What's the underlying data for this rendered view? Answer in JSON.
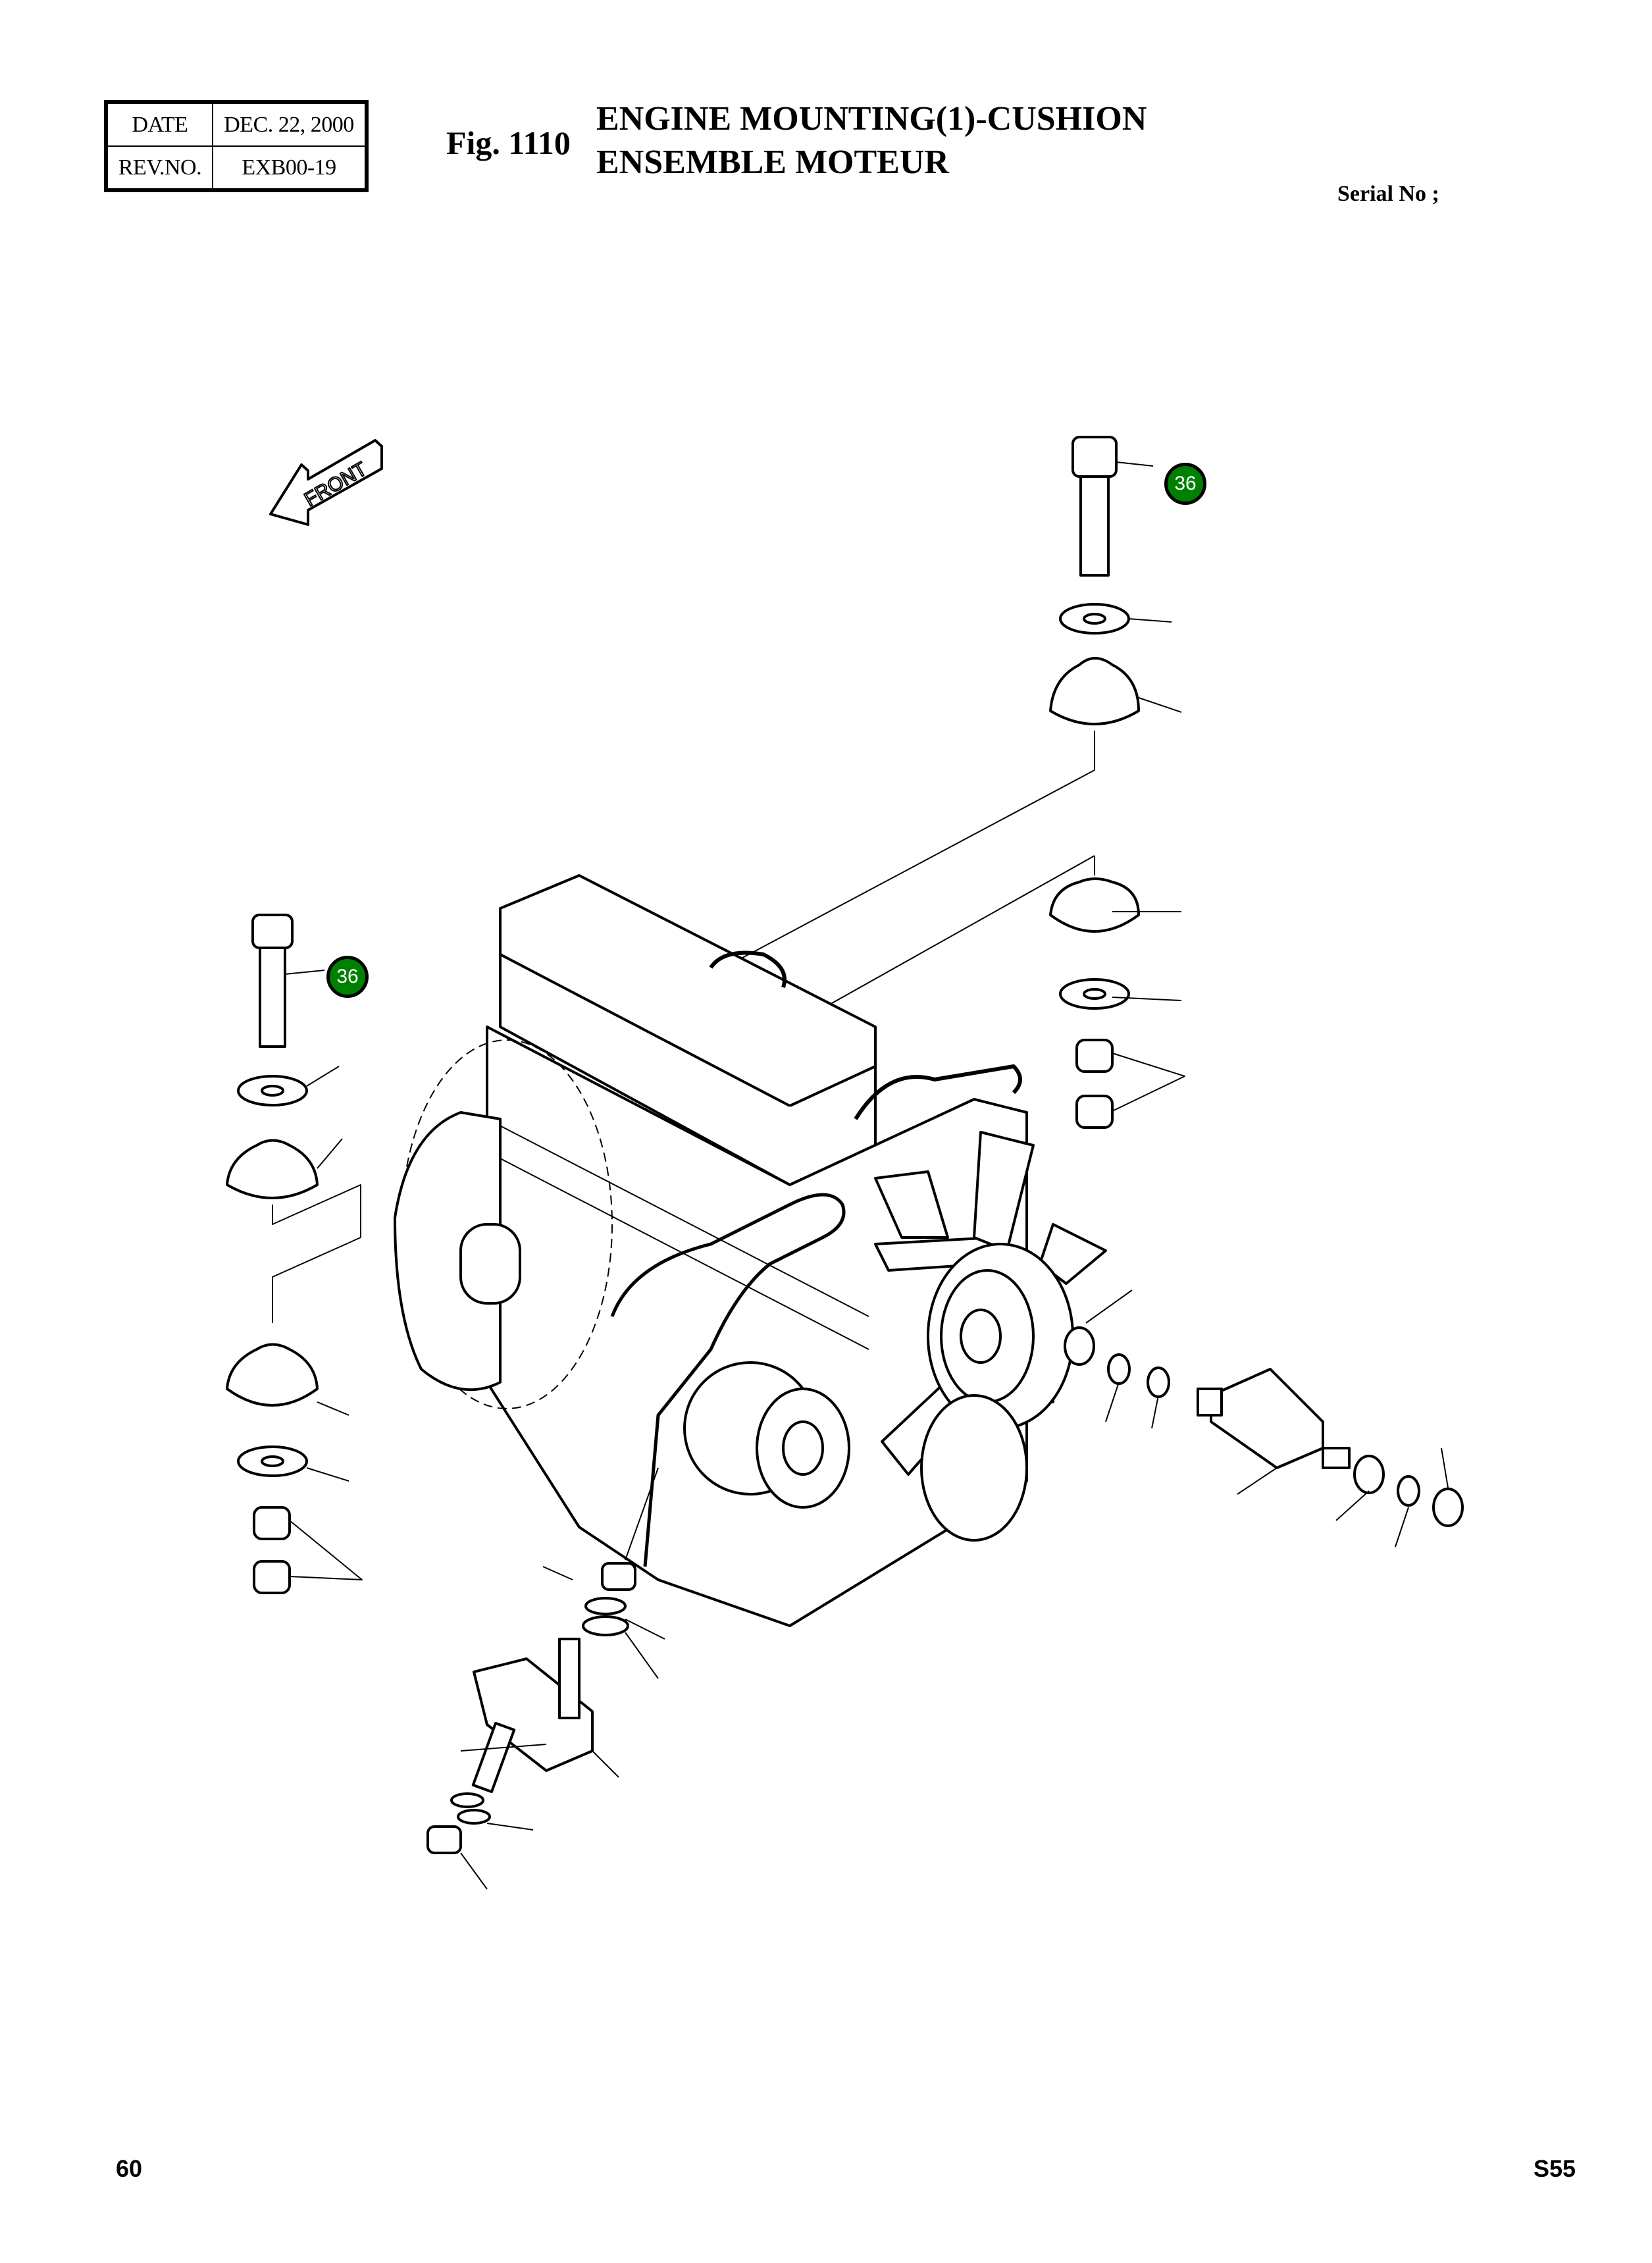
{
  "header": {
    "revision_table": {
      "date_label": "DATE",
      "date_value": "DEC. 22, 2000",
      "rev_label": "REV.NO.",
      "rev_value": "EXB00-19"
    },
    "figure_number": "Fig. 1110",
    "title_en": "ENGINE MOUNTING(1)-CUSHION",
    "title_fr": "ENSEMBLE MOTEUR",
    "serial_label": "Serial No ;"
  },
  "diagram": {
    "orientation_arrow_label": "FRONT",
    "callout_color": "#008000",
    "callouts": [
      {
        "number": "36",
        "part": "bolt-right"
      },
      {
        "number": "36",
        "part": "bolt-left"
      }
    ]
  },
  "footer": {
    "page_number": "60",
    "model_code": "S55"
  }
}
